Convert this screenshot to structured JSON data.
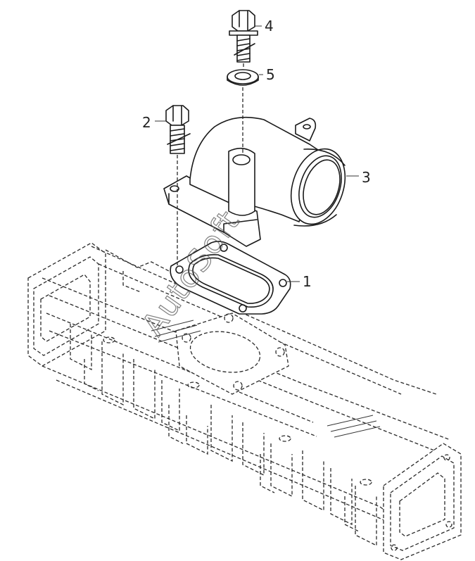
{
  "callouts": {
    "c1": "1",
    "c2": "2",
    "c3": "3",
    "c4": "4",
    "c5": "5"
  },
  "watermark": "AutoSoft",
  "colors": {
    "line": "#1a1a1a",
    "background": "#ffffff"
  }
}
